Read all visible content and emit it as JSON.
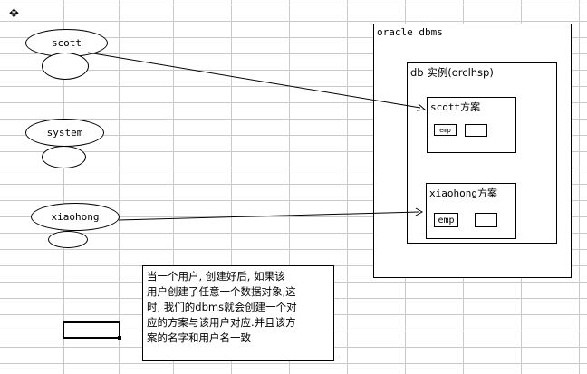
{
  "users": [
    {
      "name": "scott"
    },
    {
      "name": "system"
    },
    {
      "name": "xiaohong"
    }
  ],
  "dbms": {
    "title": "oracle dbms",
    "instance": {
      "title": "db 实例(orclhsp)",
      "schemas": [
        {
          "title": "scott方案",
          "tables": [
            "emp",
            ""
          ]
        },
        {
          "title": "xiaohong方案",
          "tables": [
            "emp",
            ""
          ]
        }
      ]
    }
  },
  "note": {
    "text": "当一个用户, 创建好后, 如果该\n用户创建了任意一个数据对象,这\n时, 我们的dbms就会创建一个对\n应的方案与该用户对应.并且该方\n案的名字和用户名一致"
  },
  "icons": {
    "cursor": "plus-cross-cursor-icon"
  },
  "colors": {
    "gridline": "#c9c9c9",
    "ink": "#000000",
    "background": "#ffffff"
  }
}
